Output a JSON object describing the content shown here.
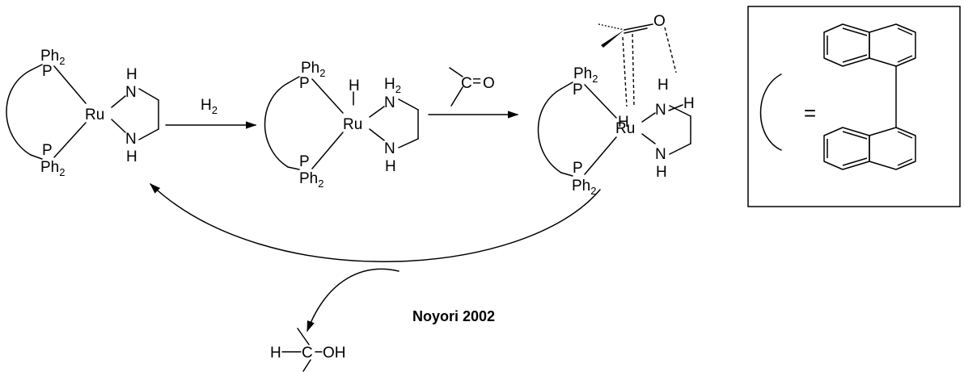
{
  "complex1": {
    "ph_top": "Ph",
    "ph_top_sub": "2",
    "p_top": "P",
    "ru": "Ru",
    "n_top": "N",
    "h_top": "H",
    "n_bot": "N",
    "h_bot": "H",
    "p_bot": "P",
    "ph_bot": "Ph",
    "ph_bot_sub": "2"
  },
  "arrow1": {
    "reagent": "H",
    "reagent_sub": "2"
  },
  "complex2": {
    "ph_top": "Ph",
    "ph_top_sub": "2",
    "p_top": "P",
    "h_ru": "H",
    "ru": "Ru",
    "n_top": "N",
    "n_top_h": "H",
    "n_top_h_sub": "2",
    "n_bot": "N",
    "h_bot": "H",
    "p_bot": "P",
    "ph_bot": "Ph",
    "ph_bot_sub": "2"
  },
  "arrow2": {
    "carbonyl_c": "C",
    "carbonyl_o": "O",
    "bond": "="
  },
  "complex3": {
    "o": "O",
    "h_n": "H",
    "h_ru": "H",
    "ph_top": "Ph",
    "ph_top_sub": "2",
    "p_top": "P",
    "ru": "Ru",
    "n_top": "N",
    "n_top_h": "H",
    "n_bot": "N",
    "h_bot": "H",
    "p_bot": "P",
    "ph_bot": "Ph",
    "ph_bot_sub": "2"
  },
  "legend": {
    "equals": "="
  },
  "product": {
    "h": "H",
    "c": "C",
    "oh": "OH"
  },
  "caption": "Noyori 2002"
}
